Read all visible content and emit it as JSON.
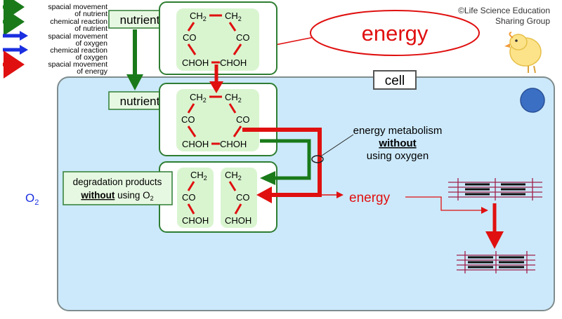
{
  "copyright": {
    "line1": "©Life Science Education",
    "line2": "Sharing Group"
  },
  "legend": [
    {
      "line1": "spacial movement",
      "line2": "of nutrient",
      "color": "#1a8a1a"
    },
    {
      "line1": "chemical reaction",
      "line2": "of nutrient",
      "color": "#1a8a1a"
    },
    {
      "line1": "spacial movement",
      "line2": "of oxygen",
      "color": "#1a2fe0"
    },
    {
      "line1": "chemical reaction",
      "line2": "of oxygen",
      "color": "#1a2fe0"
    },
    {
      "line1": "spacial movement",
      "line2": "of energy",
      "color": "#e01010"
    }
  ],
  "labels": {
    "energy_bubble": "energy",
    "cell": "cell",
    "nutrient_outside": "nutrient",
    "nutrient_inside": "nutrient",
    "o2": "O",
    "o2_sub": "2",
    "energy_output": "energy",
    "metabolism_line1": "energy metabolism",
    "metabolism_line2": "without",
    "metabolism_line3": "using oxygen",
    "degradation_line1": "degradation products",
    "degradation_bold": "without",
    "degradation_rest": " using O",
    "degradation_sub": "2"
  },
  "molecule": {
    "ch2": "CH",
    "ch2_sub": "2",
    "co": "CO",
    "choh": "CHOH"
  },
  "colors": {
    "cell_fill": "#cce9fb",
    "box_border": "#2e7d32",
    "box_fill_light": "#d9f5d0",
    "green_arrow": "#1a7a1a",
    "red": "#e01010",
    "nucleus": "#3b6fc4",
    "muscle_line": "#a0204a"
  }
}
